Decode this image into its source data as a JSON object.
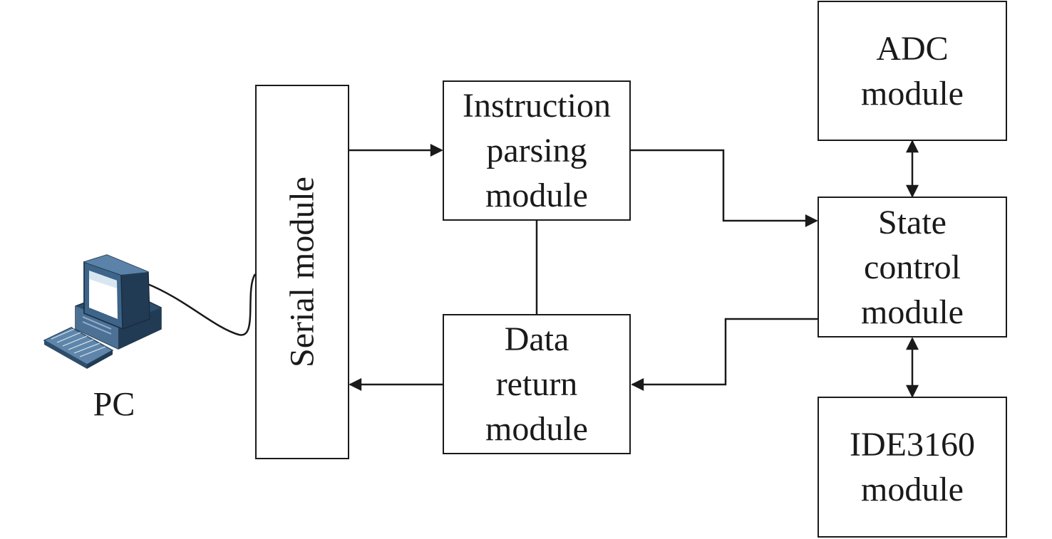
{
  "diagram": {
    "pc": {
      "label": "PC",
      "icon": "desktop-computer-icon"
    },
    "serial_module": {
      "label": "Serial module"
    },
    "instruction_module": {
      "lines": [
        "Instruction",
        "parsing",
        "module"
      ]
    },
    "data_return_module": {
      "lines": [
        "Data",
        "return",
        "module"
      ]
    },
    "adc_module": {
      "lines": [
        "ADC",
        "module"
      ]
    },
    "state_control_module": {
      "lines": [
        "State",
        "control",
        "module"
      ]
    },
    "ide_module": {
      "lines": [
        "IDE3160",
        "module"
      ]
    },
    "colors": {
      "line": "#1a1a1a",
      "monitor_body": "#2e4d6b",
      "monitor_screen": "#ffffff",
      "keyboard": "#5f86aa"
    }
  }
}
